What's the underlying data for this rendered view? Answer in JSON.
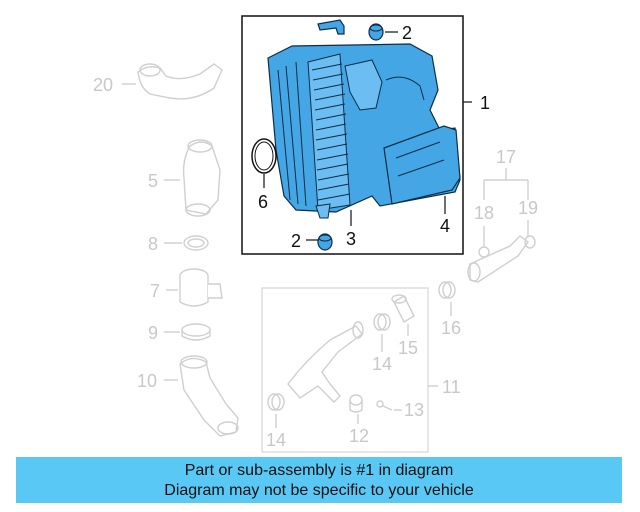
{
  "callouts": {
    "n1": "1",
    "n2_top": "2",
    "n2_bottom": "2",
    "n3": "3",
    "n4": "4",
    "n5": "5",
    "n6": "6",
    "n7": "7",
    "n8": "8",
    "n9": "9",
    "n10": "10",
    "n11": "11",
    "n12": "12",
    "n13": "13",
    "n14_left": "14",
    "n14_mid": "14",
    "n15": "15",
    "n16": "16",
    "n17": "17",
    "n18": "18",
    "n19": "19",
    "n20": "20"
  },
  "banner": {
    "line1": "Part or sub-assembly is #1 in diagram",
    "line2": "Diagram may not be specific to your vehicle"
  },
  "colors": {
    "highlight_part": "#45a6e6",
    "banner_background": "#5ac8f5",
    "ghost_parts": "#cfcfcf"
  }
}
